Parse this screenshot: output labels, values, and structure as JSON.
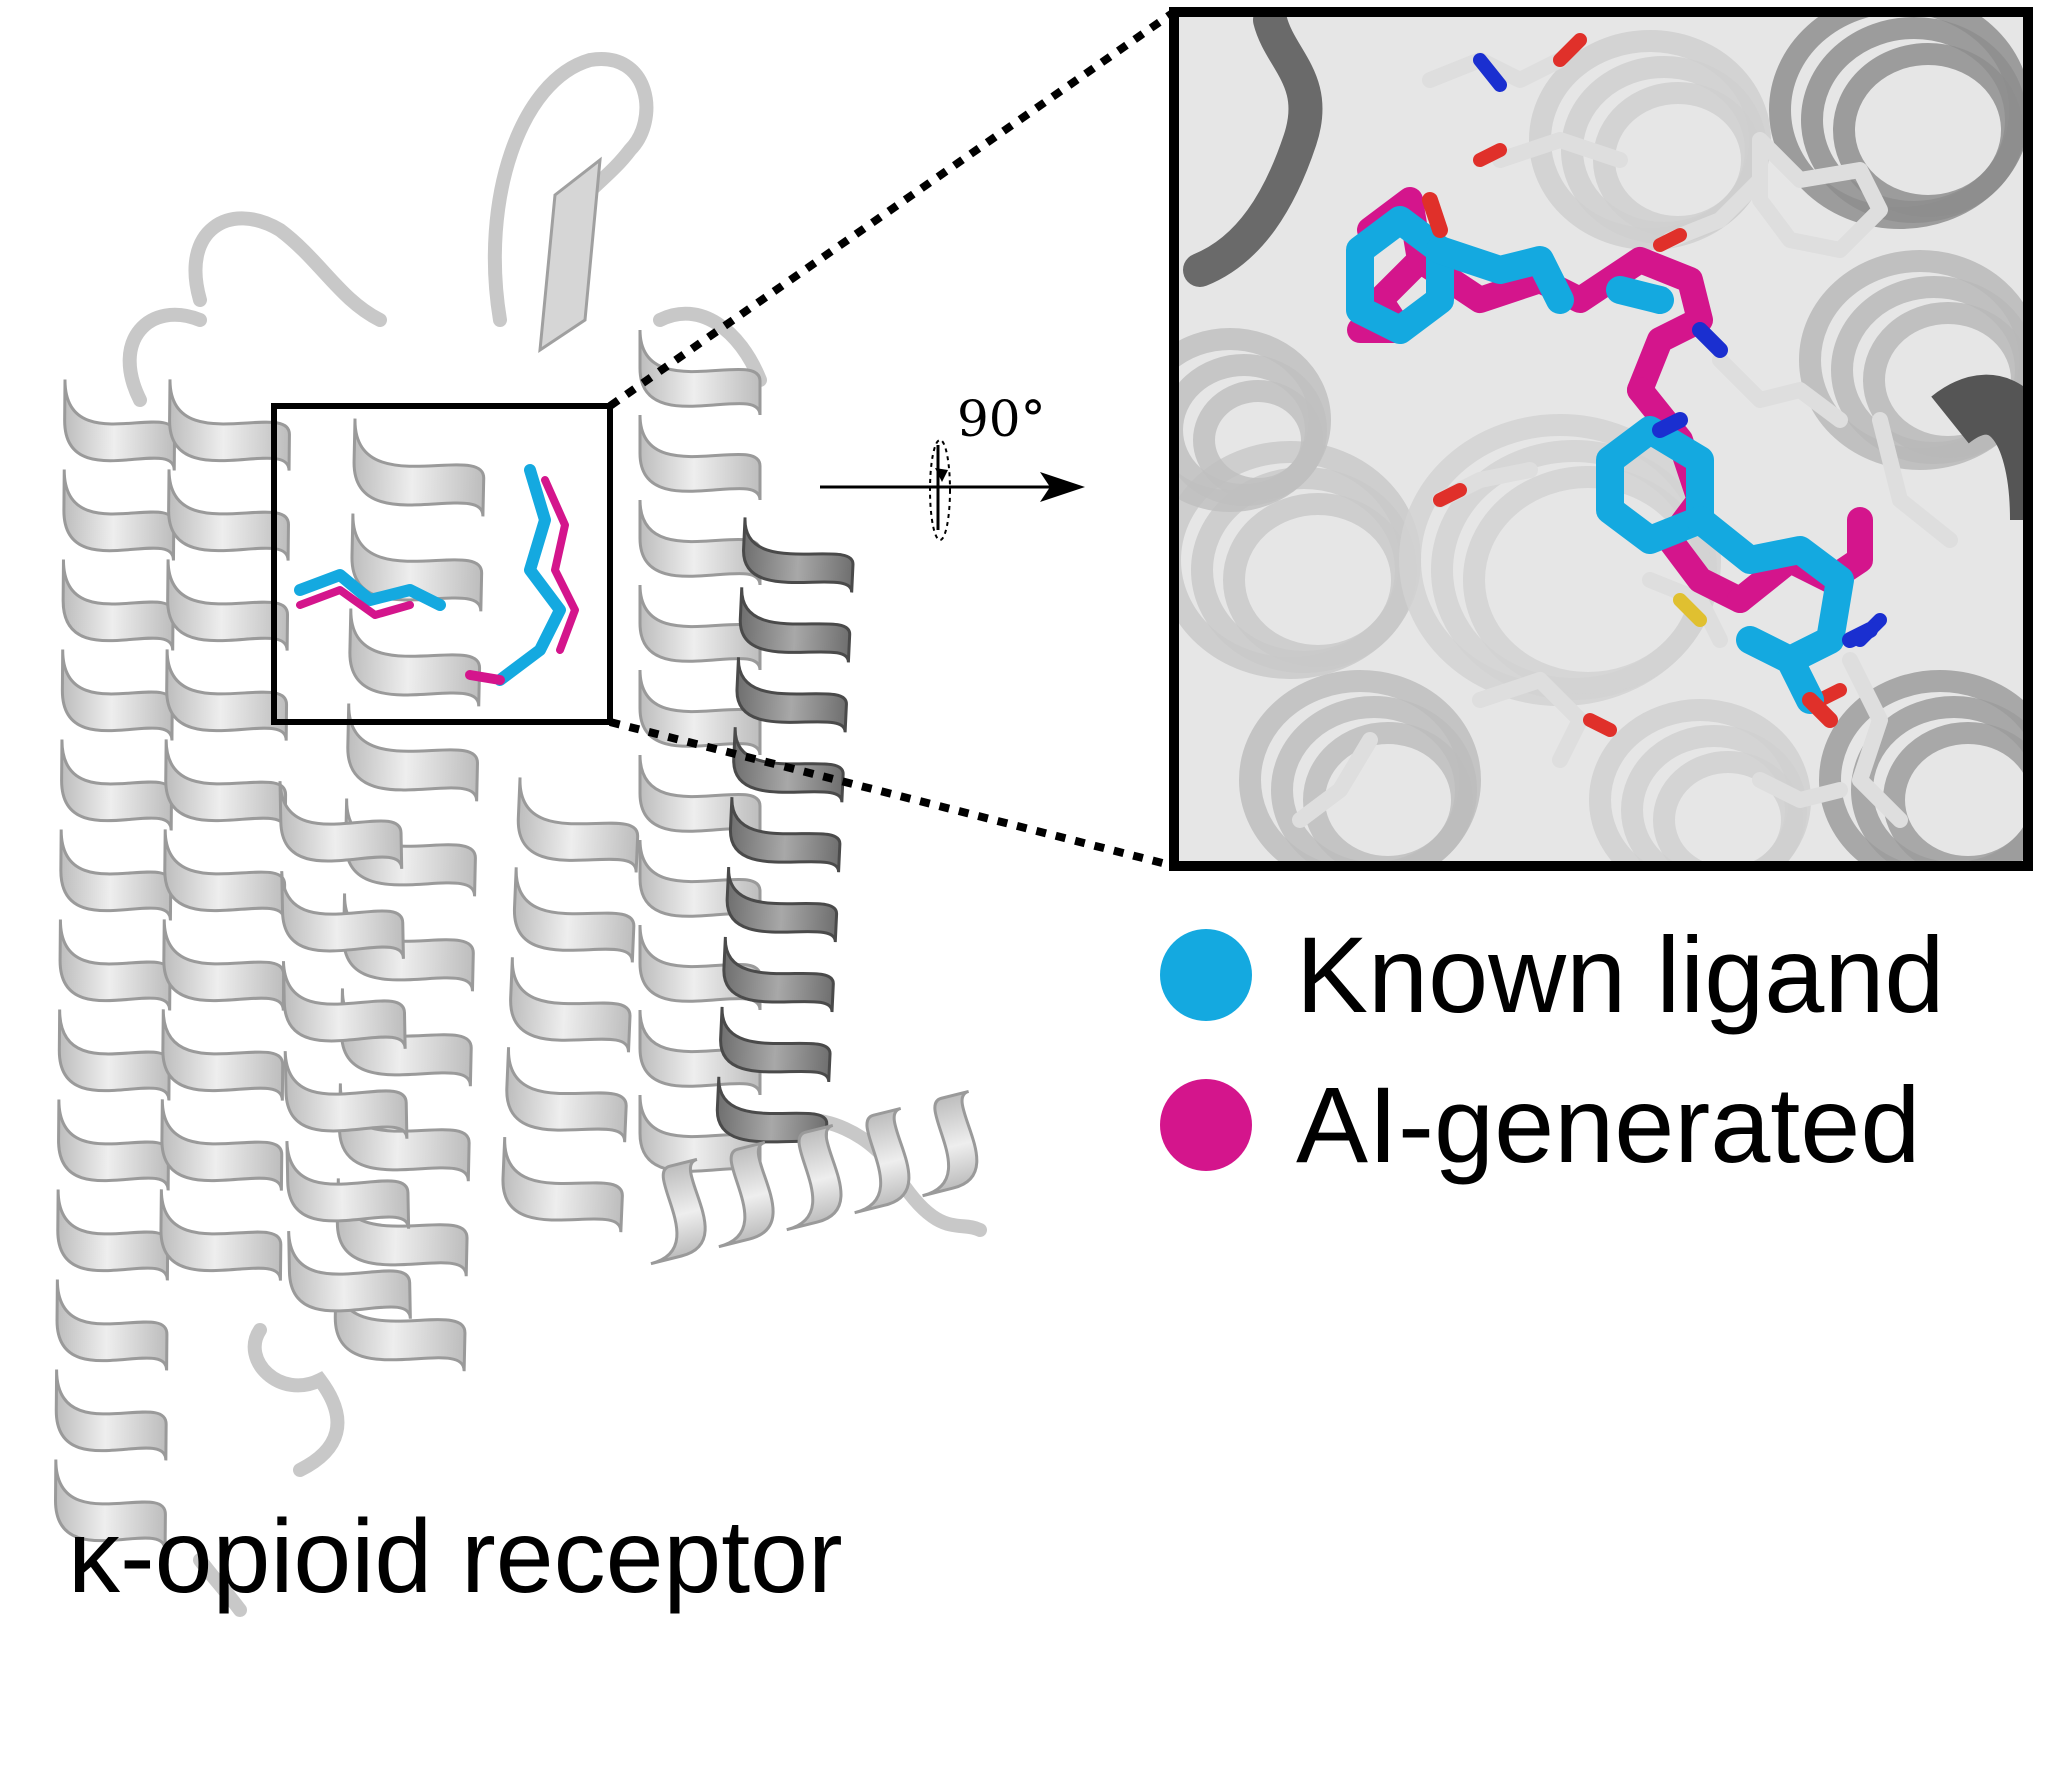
{
  "caption": "κ-opioid receptor",
  "rotation_label": "90°",
  "legend": [
    {
      "label": "Known ligand",
      "color": "#14a9e0"
    },
    {
      "label": "AI-generated",
      "color": "#d4158c"
    }
  ],
  "colors": {
    "protein": "#dcdcdc",
    "protein_edge": "#9a9a9a",
    "known_ligand": "#14a9e0",
    "ai_generated": "#d4158c",
    "oxygen": "#e0302a",
    "nitrogen": "#1a2fd0",
    "sulfur": "#e0c030"
  }
}
